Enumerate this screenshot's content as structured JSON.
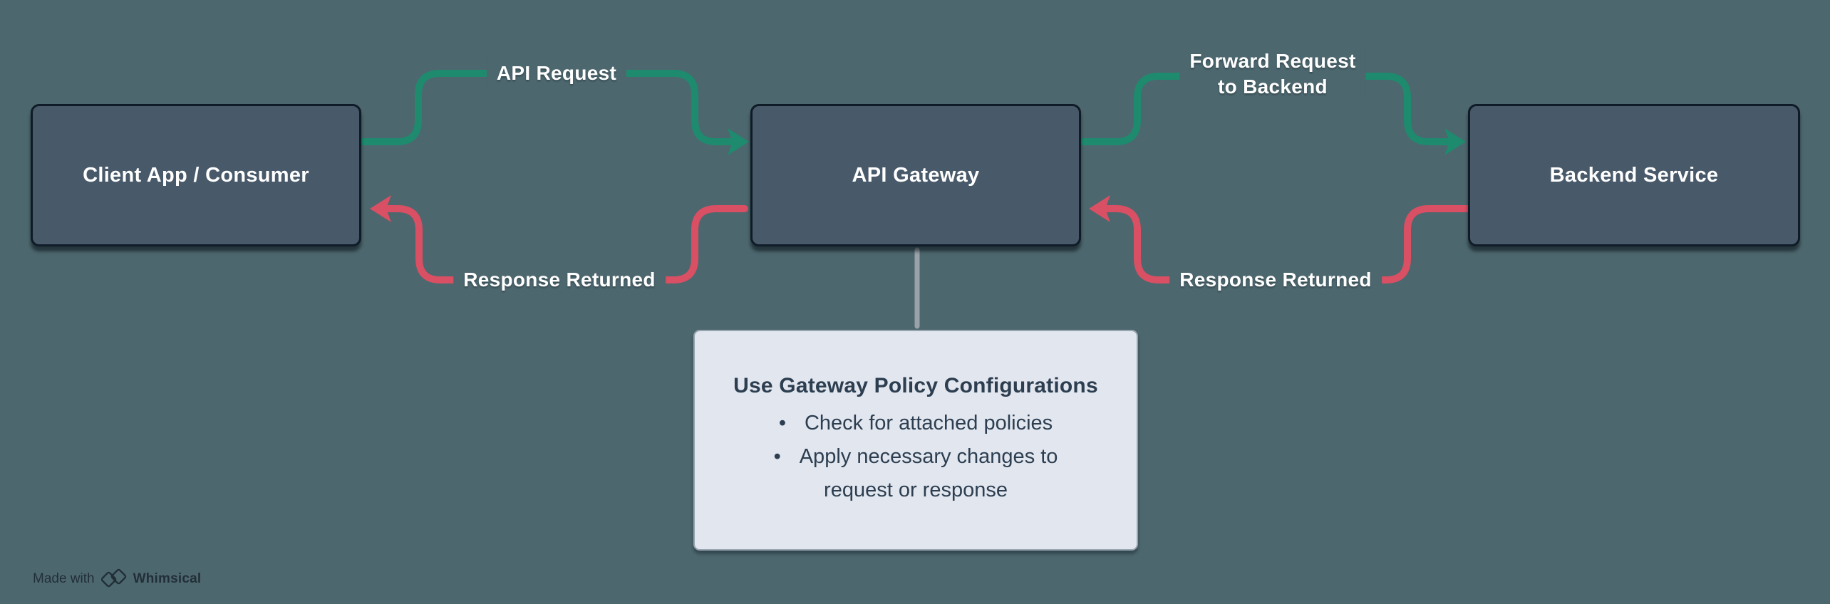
{
  "diagram": {
    "nodes": [
      {
        "id": "client",
        "label": "Client App / Consumer"
      },
      {
        "id": "gateway",
        "label": "API Gateway"
      },
      {
        "id": "backend",
        "label": "Backend Service"
      }
    ],
    "edges": [
      {
        "id": "api-request",
        "label": "API Request",
        "from": "client",
        "to": "gateway",
        "color": "#1E8A6E"
      },
      {
        "id": "response-to-client",
        "label": "Response Returned",
        "from": "gateway",
        "to": "client",
        "color": "#D94F63"
      },
      {
        "id": "forward-request",
        "label": "Forward Request\nto Backend",
        "from": "gateway",
        "to": "backend",
        "color": "#1E8A6E"
      },
      {
        "id": "response-to-gateway",
        "label": "Response Returned",
        "from": "backend",
        "to": "gateway",
        "color": "#D94F63"
      }
    ],
    "note": {
      "title": "Use Gateway Policy Configurations",
      "bullets": [
        "Check for attached policies",
        "Apply necessary changes to request or response"
      ]
    },
    "watermark": {
      "made_with": "Made with",
      "brand": "Whimsical"
    }
  },
  "colors": {
    "canvas": "#4D676E",
    "node_fill": "#48596A",
    "node_border": "#0F1B26",
    "node_text": "#FFFFFF",
    "request_green": "#1E8A6E",
    "response_red": "#D94F63",
    "note_fill": "#E2E6EF",
    "note_border": "#97A5B1",
    "note_text": "#2C3E50",
    "connector_gray": "#9AA2A9",
    "watermark": "#1F2C35"
  }
}
